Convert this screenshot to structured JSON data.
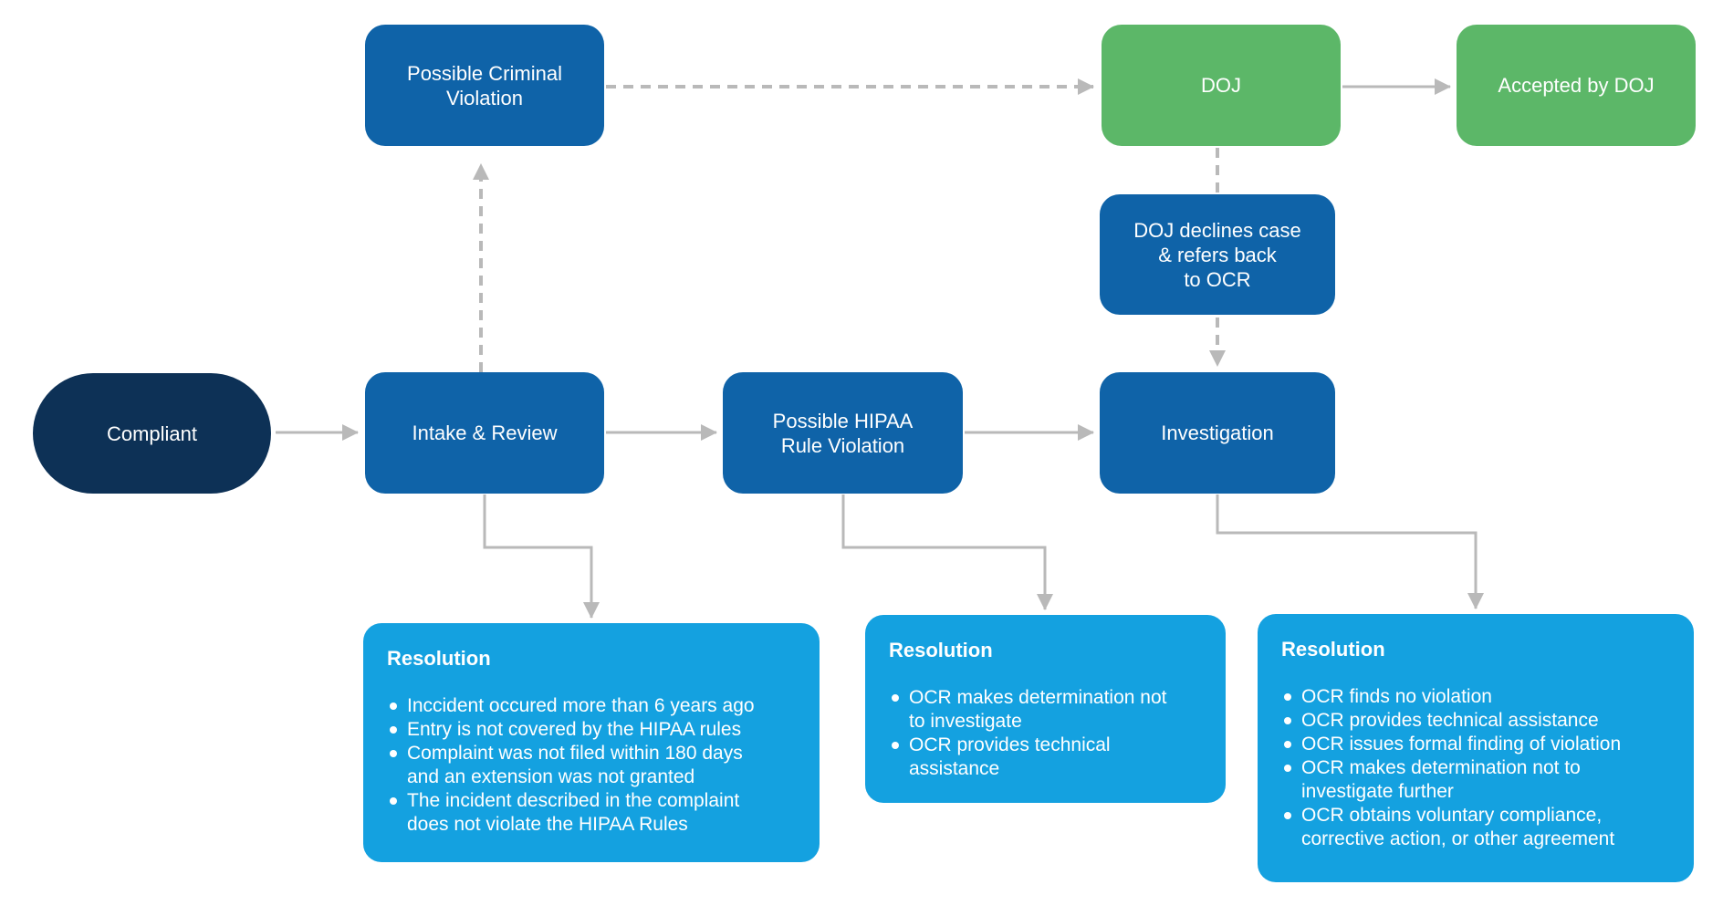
{
  "colors": {
    "node_navy": "#0d3156",
    "node_blue": "#0f63a8",
    "node_green": "#5cb768",
    "node_light_blue": "#14a1e0",
    "connector_gray": "#b9b9b9",
    "text": "#ffffff"
  },
  "nodes": {
    "compliant": {
      "label": "Compliant"
    },
    "intake_review": {
      "label": "Intake & Review"
    },
    "possible_criminal_violation": {
      "label": "Possible Criminal\nViolation"
    },
    "doj": {
      "label": "DOJ"
    },
    "accepted_by_doj": {
      "label": "Accepted by DOJ"
    },
    "doj_declines": {
      "label": "DOJ declines case\n& refers back\nto OCR"
    },
    "possible_hipaa_rule_violation": {
      "label": "Possible HIPAA\nRule Violation"
    },
    "investigation": {
      "label": "Investigation"
    }
  },
  "resolutions": {
    "intake": {
      "title": "Resolution",
      "bullets": [
        "Inccident occured more than 6 years ago",
        "Entry is not covered by the HIPAA rules",
        "Complaint was not filed within 180 days and an extension was not granted",
        "The incident described in the complaint does not violate the HIPAA Rules"
      ]
    },
    "hipaa": {
      "title": "Resolution",
      "bullets": [
        "OCR makes determination not to investigate",
        "OCR provides technical assistance"
      ]
    },
    "investigation": {
      "title": "Resolution",
      "bullets": [
        "OCR finds no violation",
        "OCR provides technical assistance",
        "OCR issues formal finding of violation",
        "OCR makes determination not to investigate further",
        "OCR obtains voluntary compliance, corrective action, or other agreement"
      ]
    }
  }
}
